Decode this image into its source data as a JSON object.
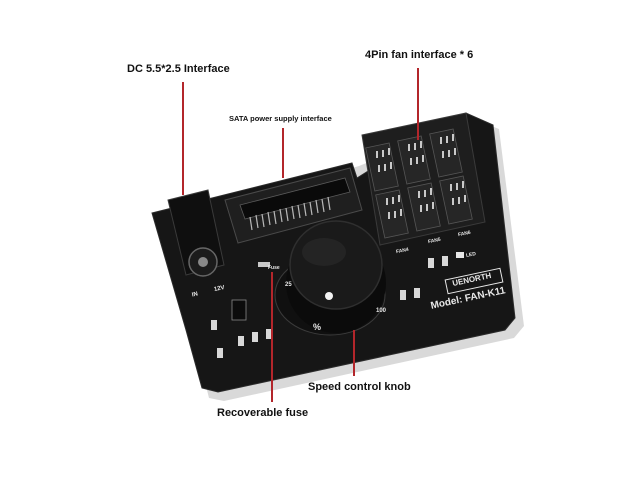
{
  "callouts": {
    "dc": "DC 5.5*2.5 Interface",
    "fan": "4Pin fan interface * 6",
    "sata": "SATA power supply interface",
    "knob": "Speed control knob",
    "fuse": "Recoverable fuse"
  },
  "board": {
    "brand": "UENORTH",
    "model": "Model: FAN-K11",
    "fan4": "FAN4",
    "fan5": "FAN5",
    "fan6": "FAN6",
    "fuse_mark": "Fuse",
    "in_mark": "IN",
    "volt_mark": "12V",
    "led_mark": "LED",
    "pct": "%",
    "mark_25": "25",
    "mark_100": "100"
  },
  "colors": {
    "board": "#161616",
    "callout_line": "#b3262b"
  }
}
